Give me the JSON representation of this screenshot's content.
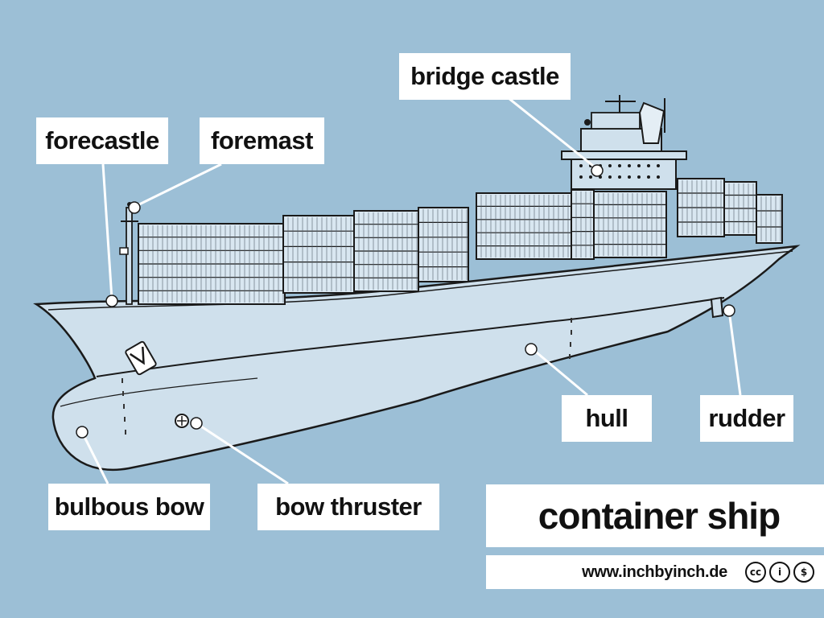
{
  "title": "container ship",
  "credit": {
    "site": "www.inchbyinch.de",
    "license_icons": [
      "cc-icon",
      "by-attribution-icon",
      "nc-noncommercial-icon"
    ],
    "license_glyphs": [
      "cc",
      "i",
      "$"
    ]
  },
  "labels": {
    "bridge_castle": "bridge castle",
    "forecastle": "forecastle",
    "foremast": "foremast",
    "hull": "hull",
    "rudder": "rudder",
    "bulbous_bow": "bulbous bow",
    "bow_thruster": "bow thruster"
  },
  "colors": {
    "background": "#9cbfd6",
    "hull_fill": "#cfe0ec",
    "container_fill": "#d9e7f1",
    "outline": "#1a1a1a",
    "label_bg": "#ffffff"
  }
}
